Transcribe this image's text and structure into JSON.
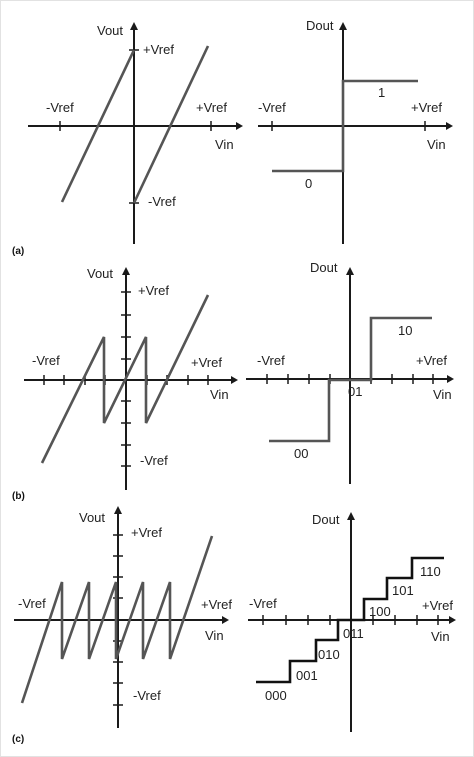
{
  "panels": {
    "a": {
      "label": "(a)",
      "left": {
        "y_axis": "Vout",
        "x_axis": "Vin",
        "pos_ref_y": "+Vref",
        "neg_ref_y": "-Vref",
        "neg_ref_x": "-Vref",
        "pos_ref_x": "+Vref"
      },
      "right": {
        "y_axis": "Dout",
        "x_axis": "Vin",
        "neg_ref_x": "-Vref",
        "pos_ref_x": "+Vref",
        "codes": [
          "0",
          "1"
        ]
      }
    },
    "b": {
      "label": "(b)",
      "left": {
        "y_axis": "Vout",
        "x_axis": "Vin",
        "pos_ref_y": "+Vref",
        "neg_ref_y": "-Vref",
        "neg_ref_x": "-Vref",
        "pos_ref_x": "+Vref"
      },
      "right": {
        "y_axis": "Dout",
        "x_axis": "Vin",
        "neg_ref_x": "-Vref",
        "pos_ref_x": "+Vref",
        "codes": [
          "00",
          "01",
          "10"
        ]
      }
    },
    "c": {
      "label": "(c)",
      "left": {
        "y_axis": "Vout",
        "x_axis": "Vin",
        "pos_ref_y": "+Vref",
        "neg_ref_y": "-Vref",
        "neg_ref_x": "-Vref",
        "pos_ref_x": "+Vref"
      },
      "right": {
        "y_axis": "Dout",
        "x_axis": "Vin",
        "neg_ref_x": "-Vref",
        "pos_ref_x": "+Vref",
        "codes": [
          "000",
          "001",
          "010",
          "011",
          "100",
          "101",
          "110"
        ]
      }
    }
  }
}
